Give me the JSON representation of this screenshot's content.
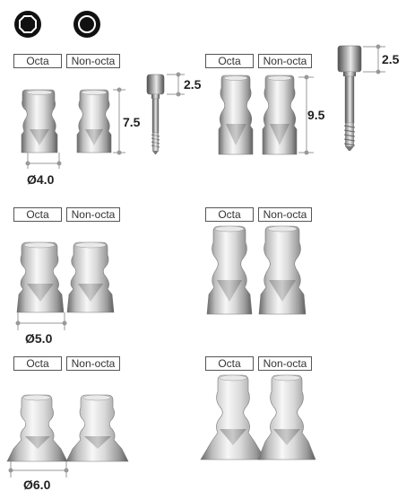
{
  "icons": {
    "octa": "octagon-socket-icon",
    "non_octa": "round-socket-icon"
  },
  "labels": {
    "octa": "Octa",
    "non_octa": "Non-octa"
  },
  "dims": {
    "d40": "Ø4.0",
    "d50": "Ø5.0",
    "d60": "Ø6.0",
    "h75": "7.5",
    "h95": "9.5",
    "screw_head": "2.5"
  },
  "colors": {
    "metal_light": "#f2f2f2",
    "metal_dark": "#7a7a7a",
    "dim_line": "#9a9a9a"
  }
}
